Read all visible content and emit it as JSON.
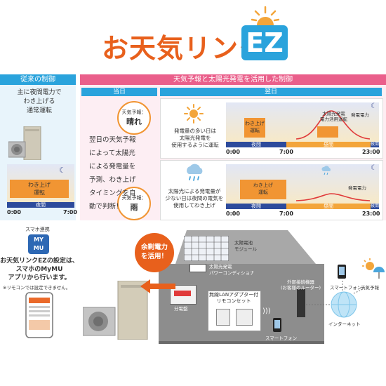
{
  "title": {
    "text": "お天気リンク",
    "badge": "EZ"
  },
  "left_panel": {
    "header": "従来の制御",
    "description": [
      "主に夜間電力で",
      "わき上げる",
      "通常運転"
    ],
    "chart": {
      "box_label": [
        "わき上げ",
        "運転"
      ],
      "night_label": "夜間",
      "ticks": [
        "0:00",
        "7:00"
      ]
    }
  },
  "right_panel": {
    "header": "天気予報と太陽光発電を活用した制御",
    "today_label": "当日",
    "tomorrow_label": "翌日",
    "middle_text": [
      "翌日の天気予報",
      "によって太陽光",
      "による発電量を",
      "予測、わき上げ",
      "タイミングを自",
      "動で判断！"
    ],
    "sunny": {
      "bubble_label": "天気予報：",
      "bubble_value": "晴れ",
      "desc": [
        "発電量の多い日は",
        "太陽光発電を",
        "使用するように運転"
      ],
      "box_label": [
        "わき上げ",
        "運転"
      ],
      "curve_label": [
        "太陽光発電",
        "電力活用運転"
      ],
      "gen_label": "発電電力",
      "night_label": "夜間",
      "day_label": "昼間",
      "night2_label": "夜間",
      "ticks": [
        "0:00",
        "7:00",
        "23:00"
      ]
    },
    "rainy": {
      "bubble_label": "天気予報：",
      "bubble_value": "雨",
      "desc": [
        "太陽光による発電量が",
        "少ない日は夜間の電気を",
        "使用してわき上げ"
      ],
      "box_label": [
        "わき上げ",
        "運転"
      ],
      "gen_label": "発電電力",
      "night_label": "夜間",
      "day_label": "昼間",
      "night2_label": "夜間",
      "ticks": [
        "0:00",
        "7:00",
        "23:00"
      ]
    }
  },
  "bottom": {
    "mymu_badge": [
      "MY",
      "MU"
    ],
    "mymu_caption": "スマホ連携",
    "setup_text": [
      "お天気リンクEZの設定は、",
      "スマホのMyMU",
      "アプリから行います。"
    ],
    "setup_note": "※リモコンでは設定できません。",
    "surplus_bubble": [
      "余剰電力",
      "を活用！"
    ],
    "solar_module": [
      "太陽電池",
      "モジュール"
    ],
    "power_conditioner": [
      "太陽光発電",
      "パワーコンディショナ"
    ],
    "distribution_board": "分電盤",
    "lan_adapter": [
      "無線LANアダプター付",
      "リモコンセット"
    ],
    "router": [
      "外部接続機器",
      "(お客様のルーター)"
    ],
    "smartphone_outdoor": "スマートフォン",
    "smartphone_indoor": "スマートフォン",
    "internet": "インターネット",
    "weather_forecast": "天気予報"
  },
  "colors": {
    "accent_orange": "#e8601c",
    "blue": "#2aa3dc",
    "pink": "#ea5f8b",
    "heat_orange": "#f19533"
  }
}
